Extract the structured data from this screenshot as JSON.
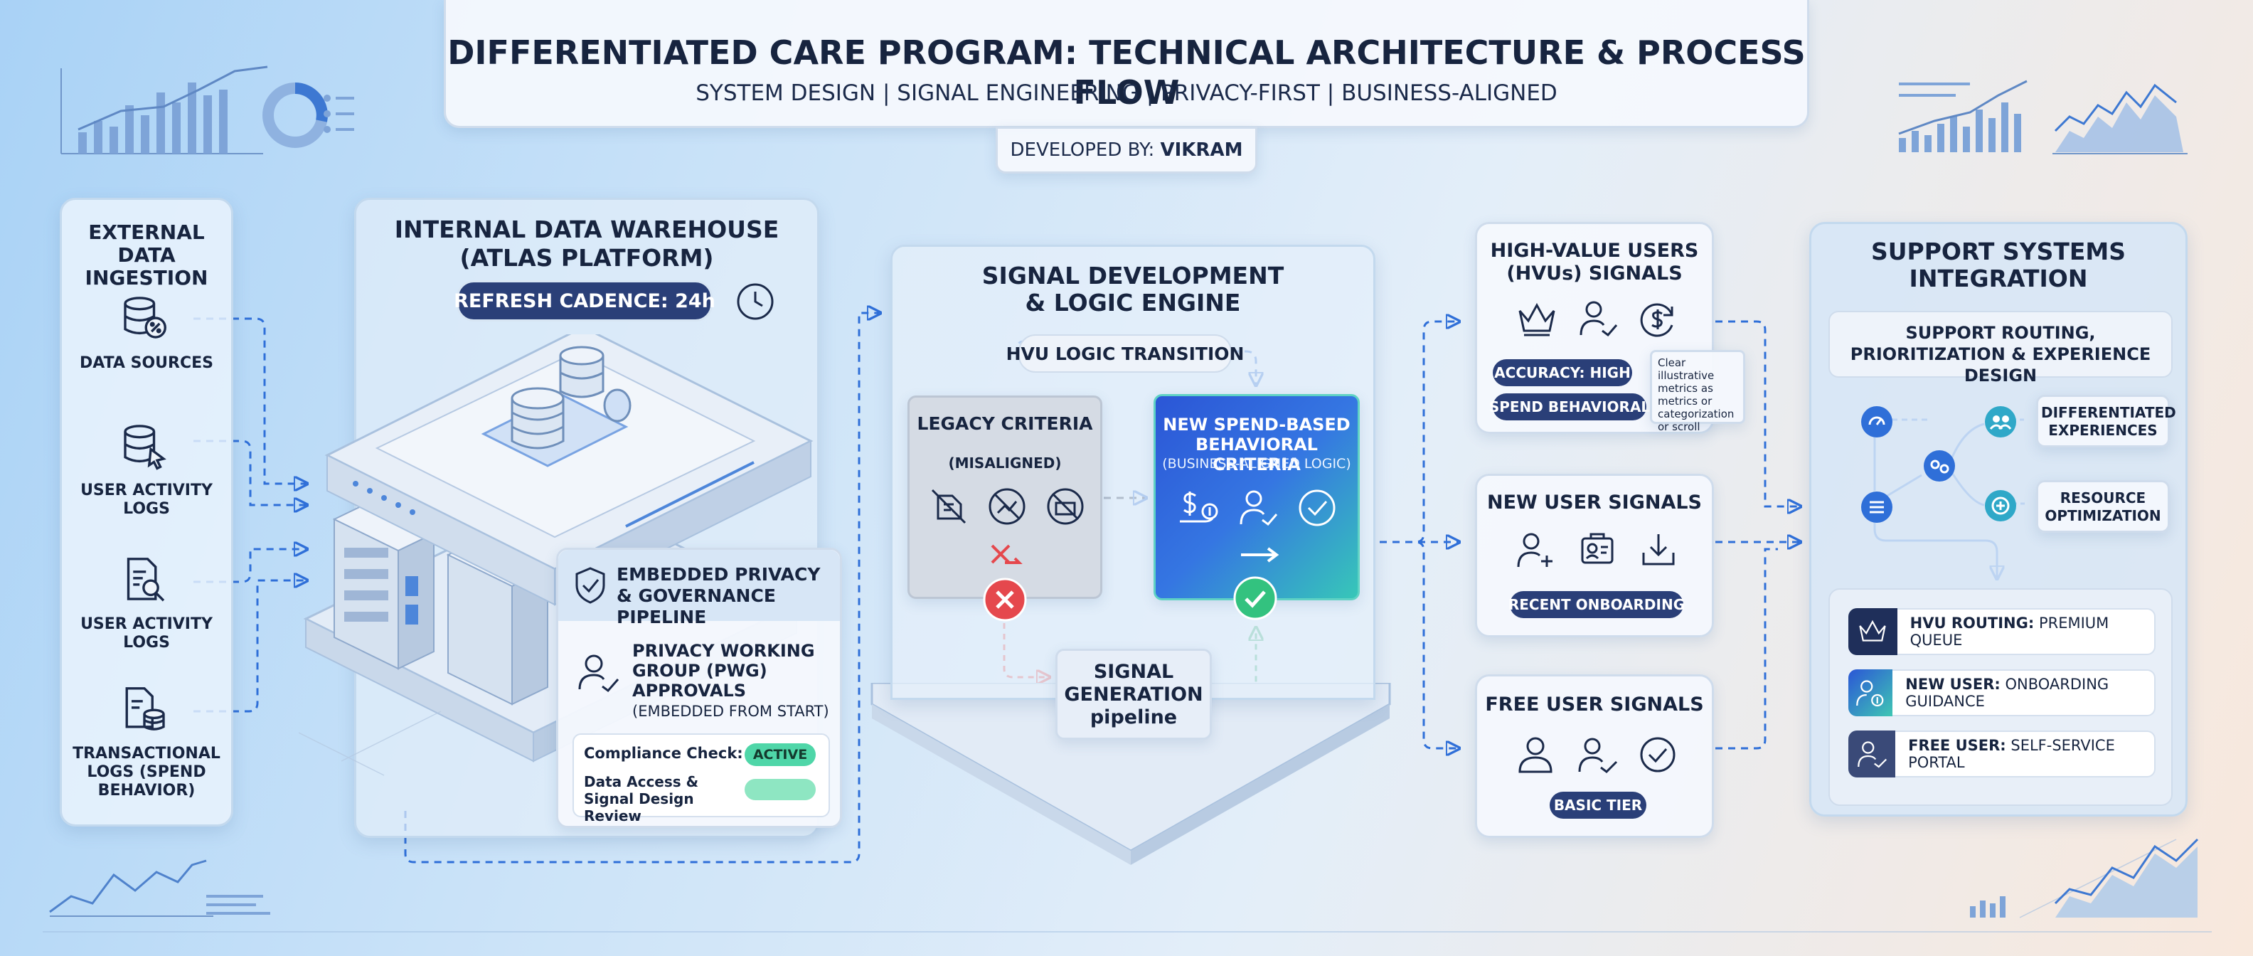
{
  "header": {
    "title": "DIFFERENTIATED CARE PROGRAM: TECHNICAL ARCHITECTURE & PROCESS FLOW",
    "subtitle": "SYSTEM DESIGN | SIGNAL ENGINEERING | PRIVACY-FIRST | BUSINESS-ALIGNED",
    "developed_prefix": "DEVELOPED BY:",
    "developed_name": "VIKRAM"
  },
  "external": {
    "title": "EXTERNAL DATA INGESTION",
    "items": [
      {
        "label": "DATA SOURCES",
        "icon": "database-percent-icon"
      },
      {
        "label": "USER ACTIVITY LOGS",
        "icon": "database-cursor-icon"
      },
      {
        "label": "USER ACTIVITY LOGS",
        "icon": "document-search-icon"
      },
      {
        "label": "TRANSACTIONAL LOGS (SPEND BEHAVIOR)",
        "icon": "document-database-icon"
      }
    ]
  },
  "warehouse": {
    "title_line1": "INTERNAL DATA WAREHOUSE",
    "title_line2": "(ATLAS PLATFORM)",
    "refresh_label": "REFRESH CADENCE:",
    "refresh_value": "24h",
    "privacy": {
      "title": "EMBEDDED PRIVACY & GOVERNANCE PIPELINE",
      "pwg_title": "PRIVACY WORKING GROUP (PWG) APPROVALS",
      "pwg_note": "(EMBEDDED FROM START)",
      "compliance_label": "Compliance Check:",
      "compliance_status": "ACTIVE",
      "review_label": "Data Access & Signal Design Review"
    }
  },
  "engine": {
    "title_line1": "SIGNAL DEVELOPMENT",
    "title_line2": "& LOGIC ENGINE",
    "transition_label": "HVU LOGIC TRANSITION",
    "legacy_title": "LEGACY CRITERIA",
    "legacy_note": "(MISALIGNED)",
    "new_title": "NEW SPEND-BASED BEHAVIORAL CRITERIA",
    "new_note": "(BUSINESS-ALIGNED LOGIC)",
    "pipeline_line1": "SIGNAL",
    "pipeline_line2": "GENERATION",
    "pipeline_line3": "pipeline"
  },
  "signals": {
    "hvu": {
      "title_line1": "HIGH-VALUE USERS",
      "title_line2": "(HVUs) SIGNALS",
      "accuracy_label": "ACCURACY: HIGH",
      "spend_label": "SPEND BEHAVIORAL",
      "tooltip": "Clear illustrative metrics as metrics or categorization or scroll"
    },
    "new_user": {
      "title": "NEW USER SIGNALS",
      "badge": "RECENT ONBOARDING"
    },
    "free_user": {
      "title": "FREE USER SIGNALS",
      "badge": "BASIC TIER"
    }
  },
  "support": {
    "title_line1": "SUPPORT SYSTEMS",
    "title_line2": "INTEGRATION",
    "routing_title": "SUPPORT ROUTING, PRIORITIZATION & EXPERIENCE DESIGN",
    "diff_exp": "DIFFERENTIATED EXPERIENCES",
    "resource_opt": "RESOURCE OPTIMIZATION",
    "routes": [
      {
        "bold": "HVU ROUTING:",
        "text": "PREMIUM QUEUE",
        "color": "#1f2f5a"
      },
      {
        "bold": "NEW USER:",
        "text": "ONBOARDING GUIDANCE",
        "color": "#2f8fb8"
      },
      {
        "bold": "FREE USER:",
        "text": "SELF-SERVICE PORTAL",
        "color": "#3a4a78"
      }
    ]
  },
  "colors": {
    "accent_blue": "#2f6fd8",
    "navy": "#2a3f78",
    "green": "#4fd6a8",
    "red": "#e5484d"
  }
}
